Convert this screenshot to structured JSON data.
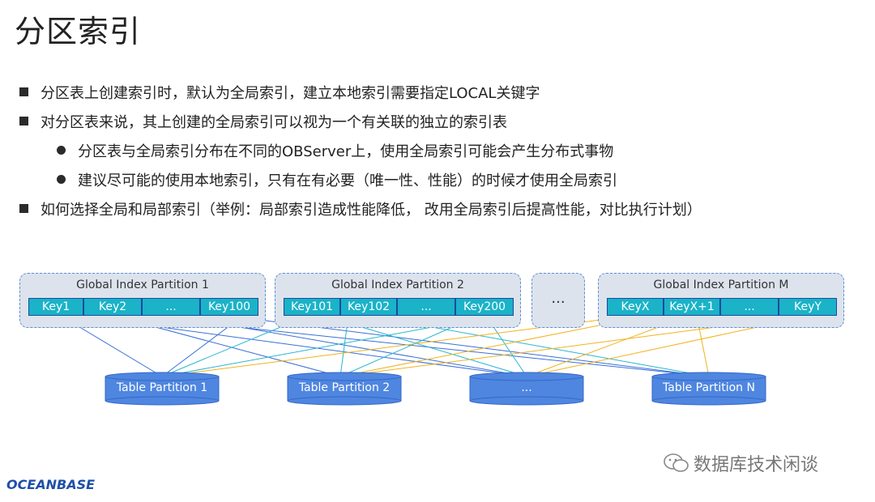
{
  "title": "分区索引",
  "bullets": {
    "b1": "分区表上创建索引时，默认为全局索引，建立本地索引需要指定LOCAL关键字",
    "b2": "对分区表来说，其上创建的全局索引可以视为一个有关联的独立的索引表",
    "b2a": "分区表与全局索引分布在不同的OBServer上，使用全局索引可能会产生分布式事物",
    "b2b": "建议尽可能的使用本地索引，只有在有必要（唯一性、性能）的时候才使用全局索引",
    "b3": "如何选择全局和局部索引（举例：局部索引造成性能降低， 改用全局索引后提高性能，对比执行计划）"
  },
  "diagram": {
    "global_partitions": [
      {
        "title": "Global Index Partition 1",
        "keys": [
          "Key1",
          "Key2",
          "...",
          "Key100"
        ]
      },
      {
        "title": "Global Index Partition 2",
        "keys": [
          "Key101",
          "Key102",
          "...",
          "Key200"
        ]
      },
      {
        "title": "Global Index Partition M",
        "keys": [
          "KeyX",
          "KeyX+1",
          "...",
          "KeyY"
        ]
      }
    ],
    "ellipsis": "...",
    "table_partitions": [
      "Table Partition 1",
      "Table Partition 2",
      "...",
      "Table Partition N"
    ],
    "colors": {
      "partition_bg": "#dde3ec",
      "partition_border": "#5b8fd8",
      "key_fill": "#1ab3c8",
      "key_border": "#1a4a9e",
      "cylinder": "#4f86e0",
      "line_blue": "#3a6fd8",
      "line_cyan": "#2ab6d0",
      "line_orange": "#f2b21c"
    }
  },
  "watermark": "数据库技术闲谈",
  "logo": "OCEANBASE"
}
